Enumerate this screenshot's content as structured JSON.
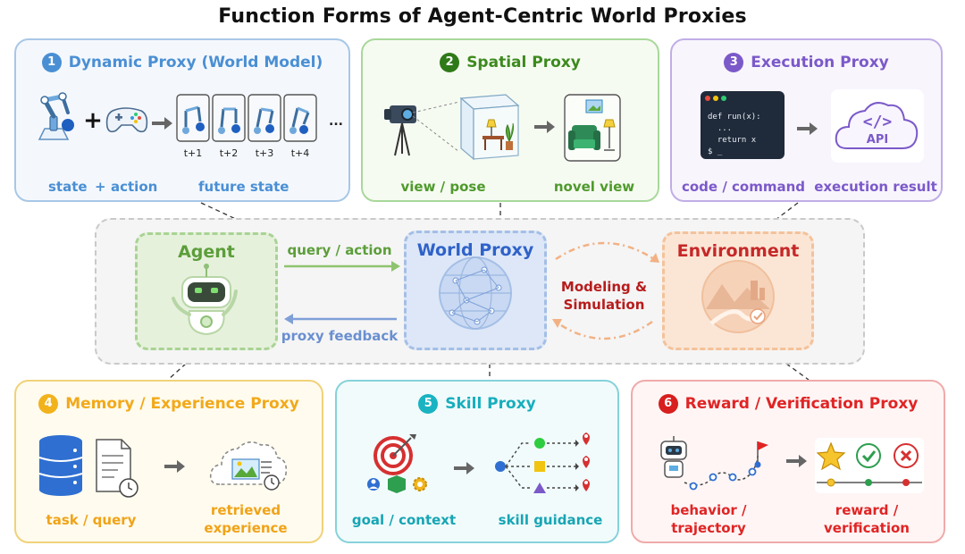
{
  "title": "Function Forms of Agent-Centric World Proxies",
  "colors": {
    "dynamic": "#4a8fd4",
    "spatial": "#3d8a1e",
    "execution": "#7b59c9",
    "memory": "#f2a91a",
    "skill": "#17aebd",
    "reward": "#e02424",
    "agent": "#5c9e3a",
    "world_proxy": "#2f62c9",
    "environment": "#c62828"
  },
  "panels": {
    "dynamic": {
      "number": "1",
      "title": "Dynamic Proxy (World Model)",
      "plus": "+",
      "ellipsis": "...",
      "timesteps": [
        "t+1",
        "t+2",
        "t+3",
        "t+4"
      ],
      "caption_state": "state",
      "caption_plus": "+",
      "caption_action": "action",
      "caption_future": "future state",
      "icons": [
        "robot-arm-icon",
        "gamepad-icon",
        "arrow-right-icon"
      ]
    },
    "spatial": {
      "number": "2",
      "title": "Spatial Proxy",
      "caption_view": "view / pose",
      "caption_novel": "novel view",
      "icons": [
        "camera-icon",
        "room-cube-icon",
        "armchair-icon"
      ]
    },
    "execution": {
      "number": "3",
      "title": "Execution Proxy",
      "code_lines": [
        "def run(x):",
        "  ...",
        "  return x",
        "$ _"
      ],
      "api_label": "API",
      "api_symbol": "</>",
      "caption_code": "code / command",
      "caption_result": "execution result",
      "icons": [
        "terminal-icon",
        "cloud-api-icon"
      ]
    },
    "memory": {
      "number": "4",
      "title": "Memory / Experience Proxy",
      "caption_task": "task / query",
      "caption_retrieved": [
        "retrieved",
        "experience"
      ],
      "icons": [
        "database-icon",
        "document-clock-icon",
        "retrieval-cloud-icon"
      ]
    },
    "skill": {
      "number": "5",
      "title": "Skill Proxy",
      "caption_goal": "goal / context",
      "caption_guidance": "skill guidance",
      "icons": [
        "target-icon",
        "skill-graph-icon"
      ]
    },
    "reward": {
      "number": "6",
      "title": "Reward / Verification Proxy",
      "caption_behavior": [
        "behavior /",
        "trajectory"
      ],
      "caption_reward": [
        "reward /",
        "verification"
      ],
      "icons": [
        "robot-trajectory-icon",
        "star-icon",
        "check-icon",
        "cross-icon"
      ]
    }
  },
  "center": {
    "agent": "Agent",
    "world_proxy": "World Proxy",
    "environment": "Environment",
    "query_action": "query / action",
    "proxy_feedback": "proxy feedback",
    "modeling": [
      "Modeling &",
      "Simulation"
    ],
    "icons": [
      "robot-agent-icon",
      "globe-network-icon",
      "landscape-icon"
    ]
  }
}
